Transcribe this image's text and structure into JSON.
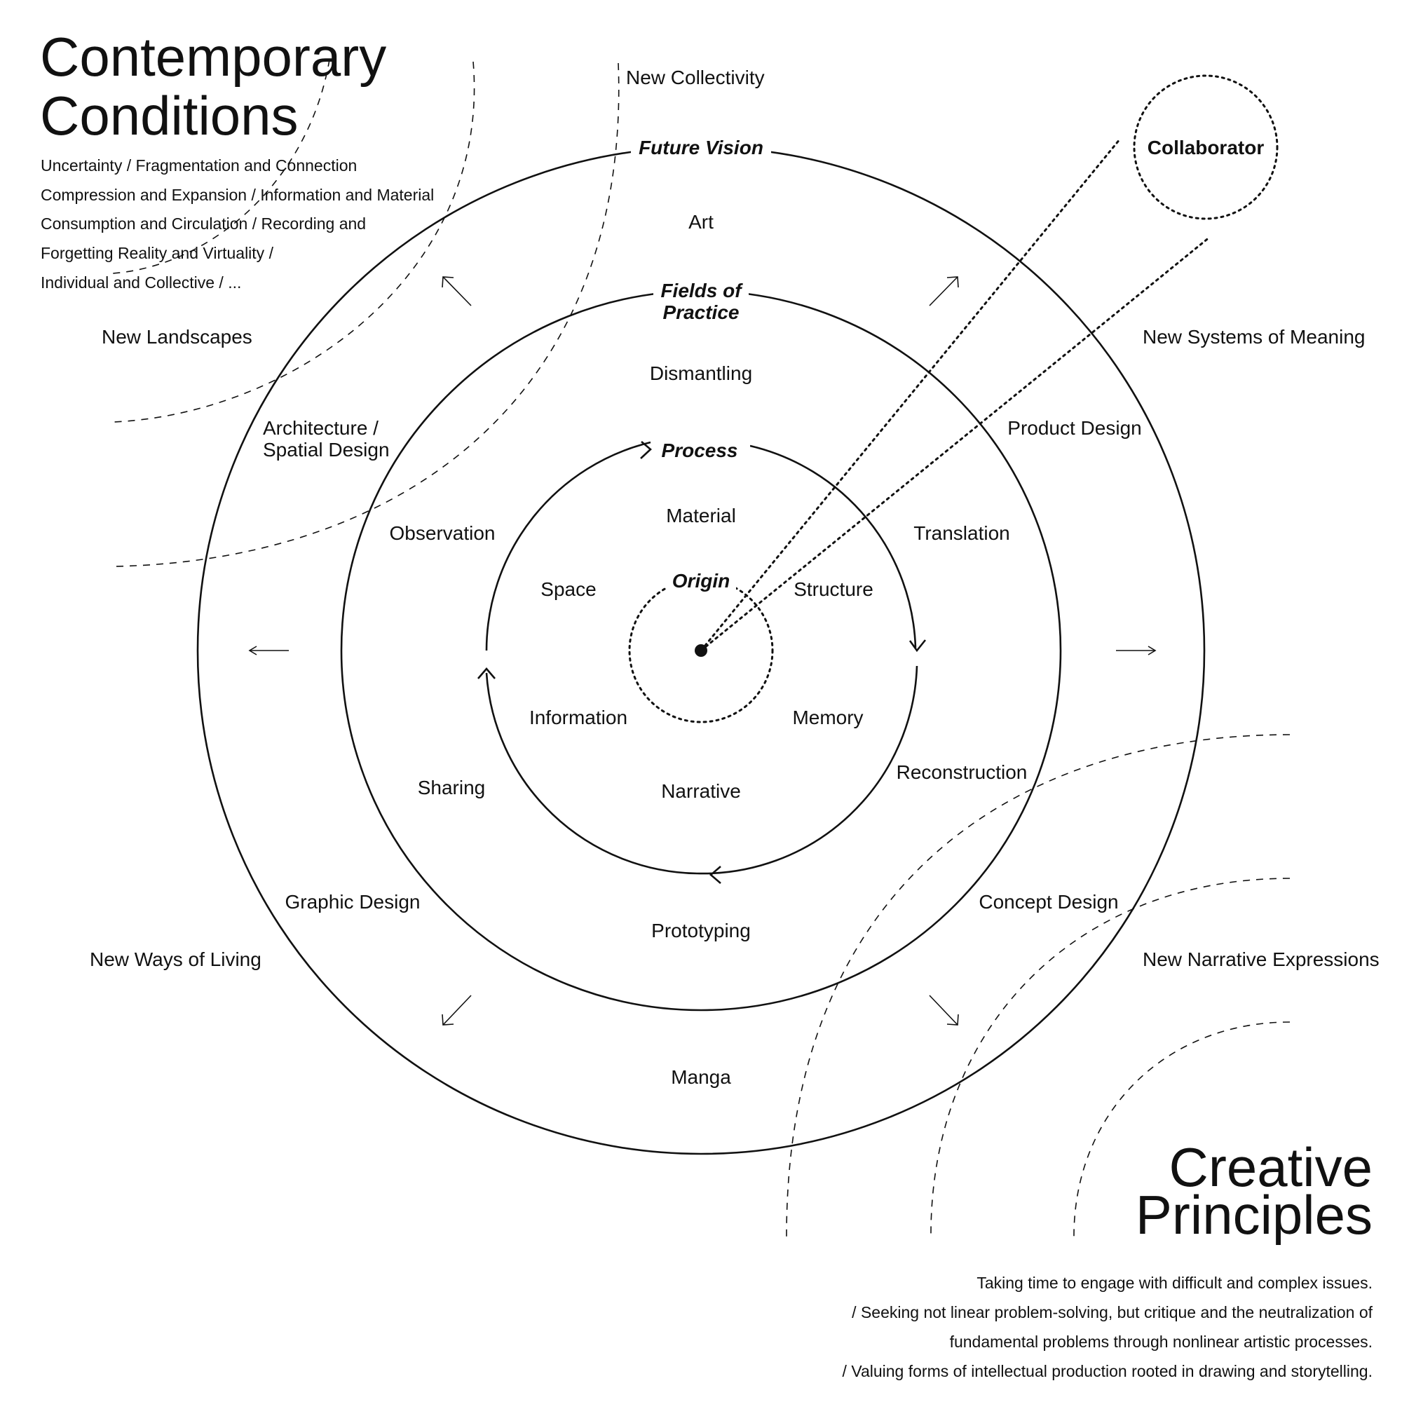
{
  "top_left": {
    "title_line1": "Contemporary",
    "title_line2": "Conditions",
    "lines": [
      "Uncertainty / Fragmentation and Connection",
      "Compression and Expansion / Information and Material",
      "Consumption and Circulation / Recording and",
      "Forgetting Reality and Virtuality /",
      "Individual and Collective / ..."
    ]
  },
  "bottom_right": {
    "title_line1": "Creative",
    "title_line2": "Principles",
    "lines": [
      "Taking time to engage with difficult and complex issues.",
      "/ Seeking not linear problem-solving, but critique and the neutralization of",
      "fundamental problems through nonlinear artistic processes.",
      "/ Valuing forms of intellectual production rooted in drawing and storytelling."
    ]
  },
  "outer_labels": {
    "new_collectivity": "New Collectivity",
    "new_landscapes": "New Landscapes",
    "new_systems": "New Systems of Meaning",
    "new_ways": "New Ways of Living",
    "new_narrative": "New Narrative Expressions"
  },
  "collaborator": "Collaborator",
  "rings": {
    "future_vision": "Future Vision",
    "fields_line1": "Fields of",
    "fields_line2": "Practice",
    "process": "Process",
    "origin": "Origin"
  },
  "future_ring_items": {
    "art": "Art",
    "architecture_line1": "Architecture /",
    "architecture_line2": "Spatial Design",
    "product_design": "Product Design",
    "graphic_design": "Graphic Design",
    "concept_design": "Concept Design",
    "manga": "Manga"
  },
  "fields_ring_items": {
    "dismantling": "Dismantling",
    "observation": "Observation",
    "translation": "Translation",
    "sharing": "Sharing",
    "reconstruction": "Reconstruction",
    "prototyping": "Prototyping"
  },
  "process_ring_items": {
    "material": "Material",
    "space": "Space",
    "structure": "Structure",
    "information": "Information",
    "memory": "Memory",
    "narrative": "Narrative"
  }
}
